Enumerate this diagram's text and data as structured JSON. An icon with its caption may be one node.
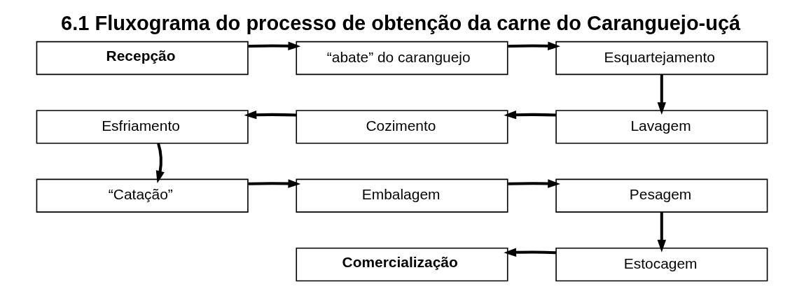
{
  "diagram": {
    "title": "6.1 Fluxograma do processo de obtenção da carne do Caranguejo-uçá",
    "nodes": [
      {
        "text": [
          "Recepção"
        ]
      },
      {
        "text": [
          "“abate” do caranguejo"
        ]
      },
      {
        "text": [
          "Esquartejamento"
        ]
      },
      {
        "text": [
          "Esfriamento"
        ]
      },
      {
        "text": [
          "Cozimento"
        ]
      },
      {
        "text": [
          "Lavagem"
        ]
      },
      {
        "text": [
          "“Catação”"
        ]
      },
      {
        "text": [
          "Embalagem"
        ]
      },
      {
        "text": [
          "Pesagem"
        ]
      },
      {
        "text": [
          "Comercialização"
        ]
      },
      {
        "text": [
          "Estocagem"
        ]
      }
    ],
    "edges": [
      {
        "from": 0,
        "to": 1,
        "arrow": "to"
      },
      {
        "from": 1,
        "to": 2,
        "arrow": "to"
      },
      {
        "from": 2,
        "to": 5,
        "arrow": "to"
      },
      {
        "from": 5,
        "to": 4,
        "arrow": "to"
      },
      {
        "from": 4,
        "to": 3,
        "arrow": "to"
      },
      {
        "from": 3,
        "to": 6,
        "arrow": "to"
      },
      {
        "from": 6,
        "to": 7,
        "arrow": "to"
      },
      {
        "from": 7,
        "to": 8,
        "arrow": "to"
      },
      {
        "from": 8,
        "to": 10,
        "arrow": "to"
      },
      {
        "from": 10,
        "to": 9,
        "arrow": "to"
      }
    ]
  }
}
